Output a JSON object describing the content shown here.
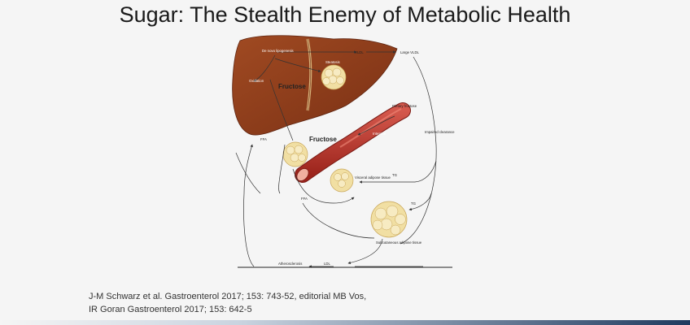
{
  "slide": {
    "title": "Sugar: The Stealth Enemy of Metabolic Health",
    "citation_line1": "J-M Schwarz et al. Gastroenterol 2017; 153: 743-52, editorial MB Vos,",
    "citation_line2": "IR Goran Gastroenterol 2017; 153: 642-5"
  },
  "diagram": {
    "labels": {
      "de_novo": "De novo lipogenesis",
      "oxidation": "Oxidation",
      "fructose_liver": "Fructose",
      "steatosis": "Steatosis",
      "vldl": "VLDL",
      "large_vldl": "Large VLDL",
      "dietary_fructose": "Dietary fructose",
      "intestine": "Intestine",
      "fructose_gut": "Fructose",
      "ffa_left": "FFA",
      "ffa_bottom": "FFA",
      "impaired_clearance": "Impaired clearance",
      "visceral_adipose": "Visceral adipose tissue",
      "tg_visceral": "TG",
      "tg_subq": "TG",
      "subq_adipose": "Subcutaneous adipose tissue",
      "atherosclerosis": "Atherosclerosis",
      "ldl": "LDL"
    },
    "colors": {
      "liver": "#8a3a1a",
      "intestine": "#b8322a",
      "adipose": "#f1dfa3",
      "arrow": "#333333"
    }
  }
}
